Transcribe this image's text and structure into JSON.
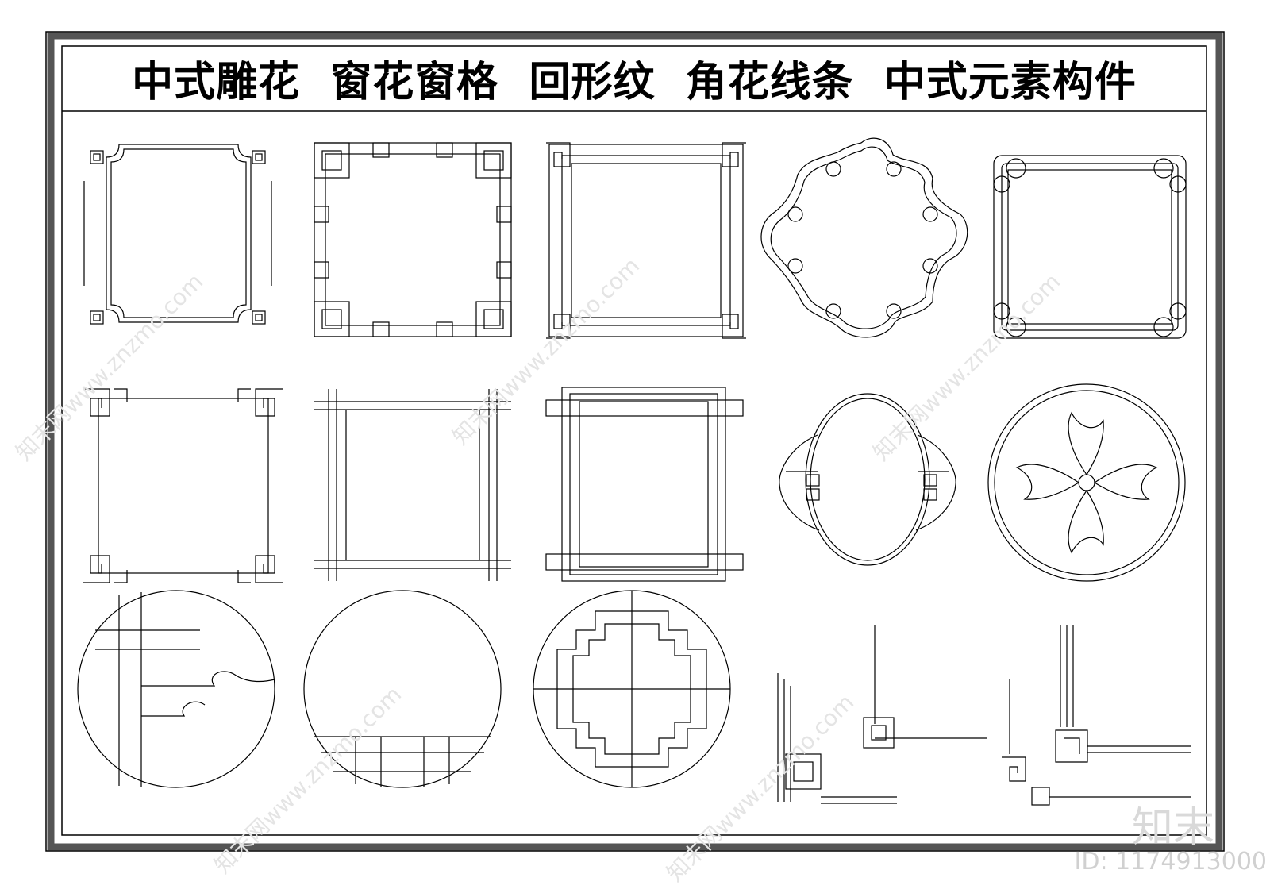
{
  "title": "中式雕花  窗花窗格  回形纹  角花线条  中式元素构件",
  "watermark": {
    "site": "知末网www.znzmo.com",
    "brand": "知末",
    "id": "ID: 1174913000"
  },
  "colors": {
    "line": "#000000",
    "frame_outer": "#555555",
    "watermark": "#dddddd"
  }
}
